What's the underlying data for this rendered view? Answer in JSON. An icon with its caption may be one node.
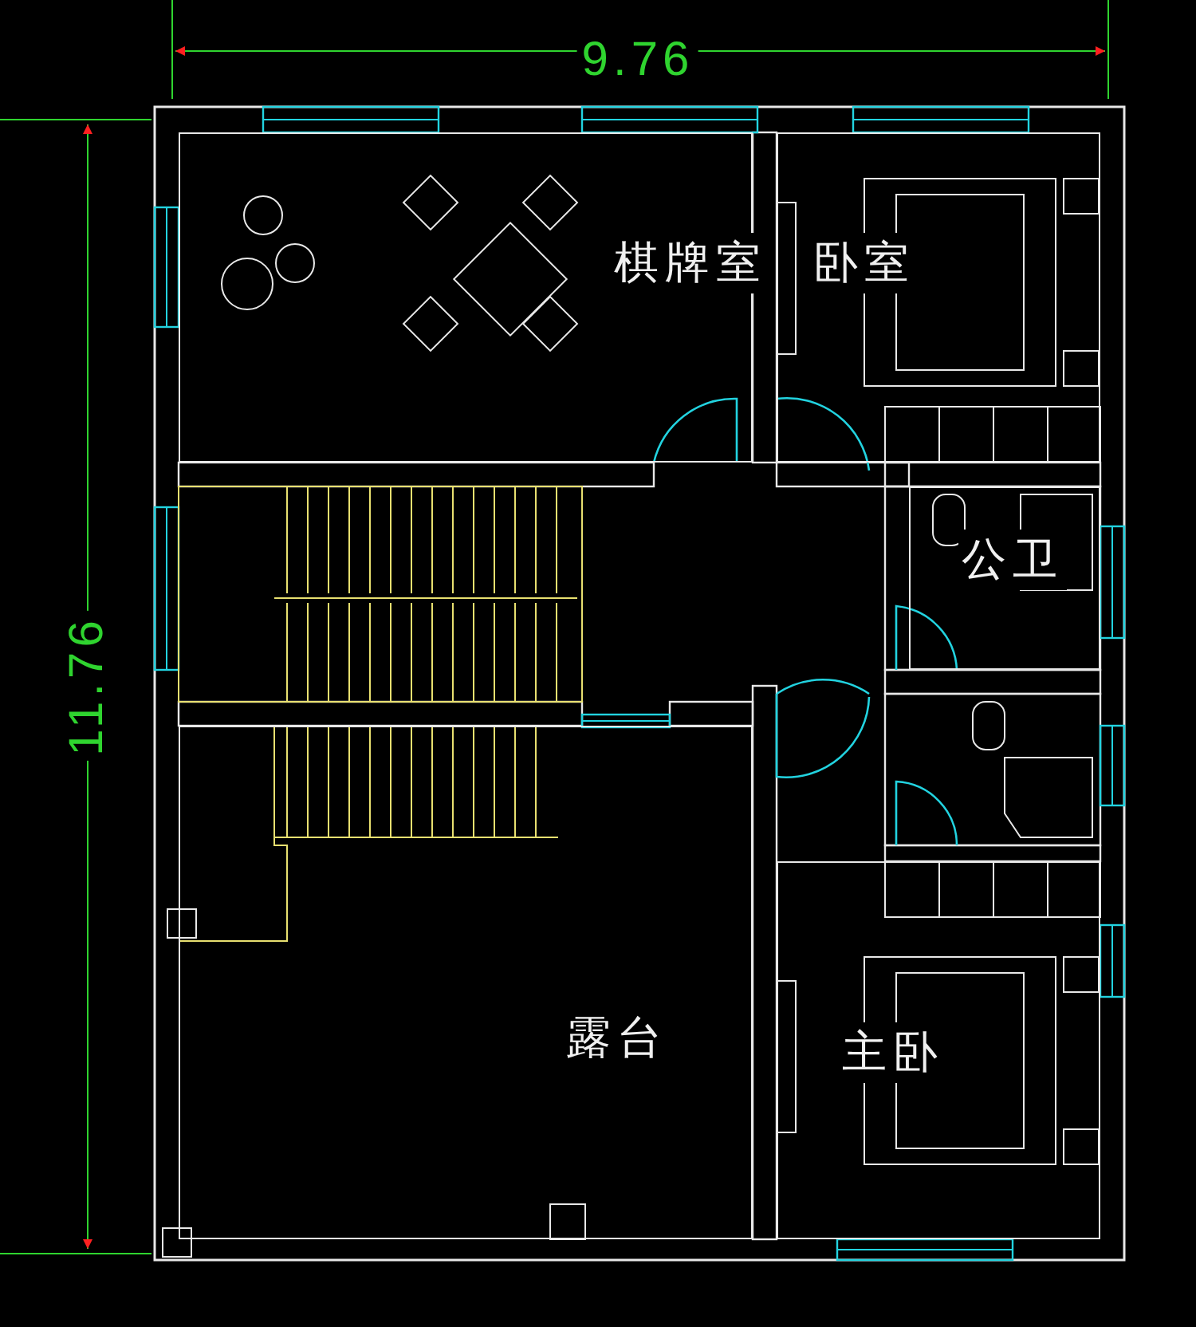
{
  "diagram": {
    "nodes": [
      {
        "text": [
          "棋牌室"
        ]
      },
      {
        "text": [
          "卧室"
        ]
      },
      {
        "text": [
          "公卫"
        ]
      },
      {
        "text": [
          "露台"
        ]
      },
      {
        "text": [
          "主卧"
        ]
      }
    ],
    "labels": [
      "9.76",
      "11.76"
    ]
  }
}
